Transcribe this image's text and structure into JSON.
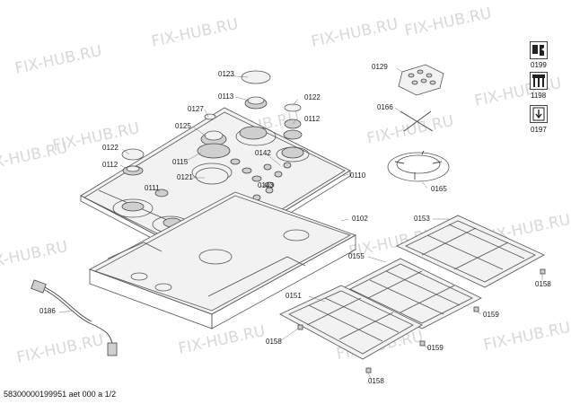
{
  "watermark": "FIX-HUB.RU",
  "footer_text": "58300000199951 aet 000 a 1/2",
  "legend": [
    {
      "code": "0199",
      "icon": "wrench-tool-icon"
    },
    {
      "code": "1198",
      "icon": "tools-icon"
    },
    {
      "code": "0197",
      "icon": "document-arrow-icon"
    }
  ],
  "parts": {
    "p0123": "0123",
    "p0113": "0113",
    "p0122a": "0122",
    "p0127": "0127",
    "p0112a": "0112",
    "p0125": "0125",
    "p0122b": "0122",
    "p0112b": "0112",
    "p0115": "0115",
    "p0142": "0142",
    "p0121": "0121",
    "p0111": "0111",
    "p0143": "0143",
    "p0110": "0110",
    "p0102": "0102",
    "p0186": "0186",
    "p0129": "0129",
    "p0166": "0166",
    "p0165": "0165",
    "p0153": "0153",
    "p0155": "0155",
    "p0151": "0151",
    "p0158a": "0158",
    "p0159a": "0159",
    "p0158b": "0158",
    "p0159b": "0159",
    "p0158c": "0158"
  }
}
